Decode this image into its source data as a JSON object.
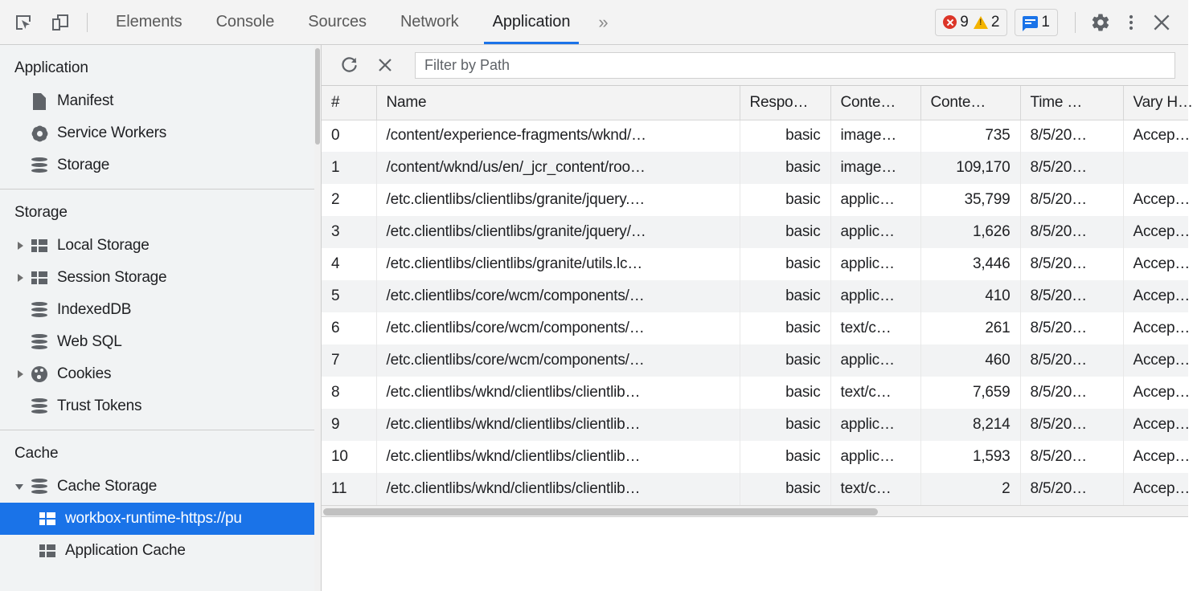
{
  "toolbar": {
    "inspect_icon": "inspect-element-icon",
    "device_icon": "device-toolbar-icon",
    "tabs": [
      {
        "label": "Elements",
        "active": false
      },
      {
        "label": "Console",
        "active": false
      },
      {
        "label": "Sources",
        "active": false
      },
      {
        "label": "Network",
        "active": false
      },
      {
        "label": "Application",
        "active": true
      }
    ],
    "more_tabs": "»",
    "errors_count": "9",
    "warnings_count": "2",
    "messages_count": "1",
    "settings_icon": "gear-icon",
    "more_icon": "kebab-menu-icon",
    "close_icon": "close-icon",
    "accent_color": "#1a73e8",
    "error_color": "#dc3528",
    "warning_color": "#f4b400"
  },
  "sidebar": {
    "sections": [
      {
        "title": "Application",
        "items": [
          {
            "label": "Manifest",
            "icon": "document-icon",
            "expander": "none",
            "indent": 1,
            "selected": false
          },
          {
            "label": "Service Workers",
            "icon": "gear-icon",
            "expander": "none",
            "indent": 1,
            "selected": false
          },
          {
            "label": "Storage",
            "icon": "database-icon",
            "expander": "none",
            "indent": 1,
            "selected": false
          }
        ]
      },
      {
        "title": "Storage",
        "items": [
          {
            "label": "Local Storage",
            "icon": "table-icon",
            "expander": "collapsed",
            "indent": 1,
            "selected": false
          },
          {
            "label": "Session Storage",
            "icon": "table-icon",
            "expander": "collapsed",
            "indent": 1,
            "selected": false
          },
          {
            "label": "IndexedDB",
            "icon": "database-icon",
            "expander": "none",
            "indent": 1,
            "selected": false
          },
          {
            "label": "Web SQL",
            "icon": "database-icon",
            "expander": "none",
            "indent": 1,
            "selected": false
          },
          {
            "label": "Cookies",
            "icon": "cookie-icon",
            "expander": "collapsed",
            "indent": 1,
            "selected": false
          },
          {
            "label": "Trust Tokens",
            "icon": "database-icon",
            "expander": "none",
            "indent": 1,
            "selected": false
          }
        ]
      },
      {
        "title": "Cache",
        "items": [
          {
            "label": "Cache Storage",
            "icon": "database-icon",
            "expander": "expanded",
            "indent": 1,
            "selected": false
          },
          {
            "label": "workbox-runtime-https://pu",
            "icon": "table-icon",
            "expander": "none",
            "indent": 2,
            "selected": true
          },
          {
            "label": "Application Cache",
            "icon": "table-icon",
            "expander": "none",
            "indent": 1,
            "selected": false
          }
        ]
      }
    ]
  },
  "filterbar": {
    "refresh_icon": "refresh-icon",
    "delete_icon": "delete-icon",
    "filter_placeholder": "Filter by Path",
    "filter_value": ""
  },
  "table": {
    "columns": [
      "#",
      "Name",
      "Respo…",
      "Conte…",
      "Conte…",
      "Time …",
      "Vary H…"
    ],
    "rows": [
      {
        "num": "0",
        "name": "/content/experience-fragments/wknd/…",
        "response": "basic",
        "content_type": "image…",
        "content_length": "735",
        "time": "8/5/20…",
        "vary": "Accep…"
      },
      {
        "num": "1",
        "name": "/content/wknd/us/en/_jcr_content/roo…",
        "response": "basic",
        "content_type": "image…",
        "content_length": "109,170",
        "time": "8/5/20…",
        "vary": ""
      },
      {
        "num": "2",
        "name": "/etc.clientlibs/clientlibs/granite/jquery.…",
        "response": "basic",
        "content_type": "applic…",
        "content_length": "35,799",
        "time": "8/5/20…",
        "vary": "Accep…"
      },
      {
        "num": "3",
        "name": "/etc.clientlibs/clientlibs/granite/jquery/…",
        "response": "basic",
        "content_type": "applic…",
        "content_length": "1,626",
        "time": "8/5/20…",
        "vary": "Accep…"
      },
      {
        "num": "4",
        "name": "/etc.clientlibs/clientlibs/granite/utils.lc…",
        "response": "basic",
        "content_type": "applic…",
        "content_length": "3,446",
        "time": "8/5/20…",
        "vary": "Accep…"
      },
      {
        "num": "5",
        "name": "/etc.clientlibs/core/wcm/components/…",
        "response": "basic",
        "content_type": "applic…",
        "content_length": "410",
        "time": "8/5/20…",
        "vary": "Accep…"
      },
      {
        "num": "6",
        "name": "/etc.clientlibs/core/wcm/components/…",
        "response": "basic",
        "content_type": "text/c…",
        "content_length": "261",
        "time": "8/5/20…",
        "vary": "Accep…"
      },
      {
        "num": "7",
        "name": "/etc.clientlibs/core/wcm/components/…",
        "response": "basic",
        "content_type": "applic…",
        "content_length": "460",
        "time": "8/5/20…",
        "vary": "Accep…"
      },
      {
        "num": "8",
        "name": "/etc.clientlibs/wknd/clientlibs/clientlib…",
        "response": "basic",
        "content_type": "text/c…",
        "content_length": "7,659",
        "time": "8/5/20…",
        "vary": "Accep…"
      },
      {
        "num": "9",
        "name": "/etc.clientlibs/wknd/clientlibs/clientlib…",
        "response": "basic",
        "content_type": "applic…",
        "content_length": "8,214",
        "time": "8/5/20…",
        "vary": "Accep…"
      },
      {
        "num": "10",
        "name": "/etc.clientlibs/wknd/clientlibs/clientlib…",
        "response": "basic",
        "content_type": "applic…",
        "content_length": "1,593",
        "time": "8/5/20…",
        "vary": "Accep…"
      },
      {
        "num": "11",
        "name": "/etc.clientlibs/wknd/clientlibs/clientlib…",
        "response": "basic",
        "content_type": "text/c…",
        "content_length": "2",
        "time": "8/5/20…",
        "vary": "Accep…"
      }
    ]
  }
}
